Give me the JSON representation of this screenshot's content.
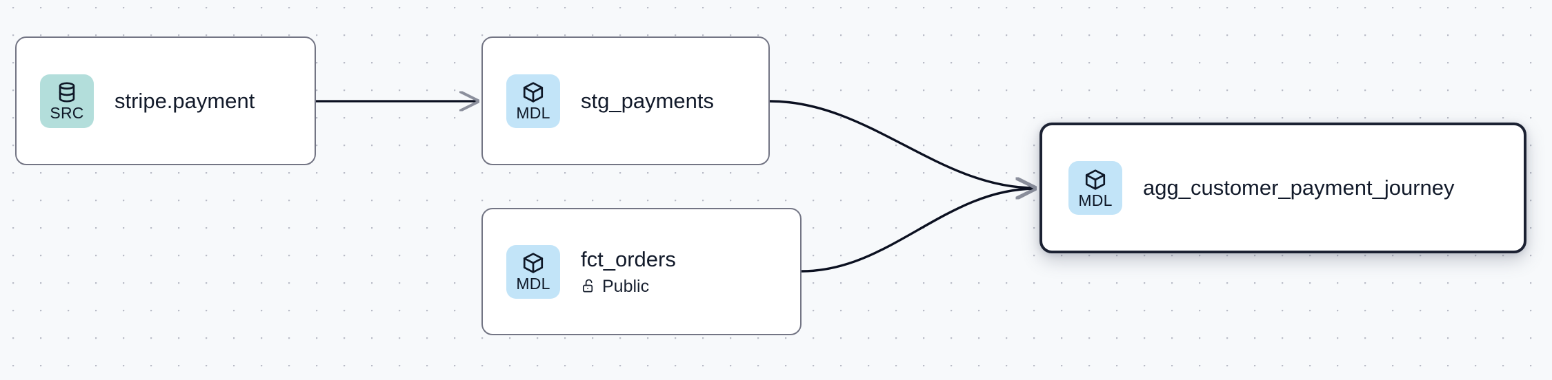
{
  "graph": {
    "title": "data lineage graph",
    "background_color": "#f7f9fb",
    "dot_color": "#b9bcc7",
    "edge_color": "#0b1020",
    "selected_border_color": "#1b2132"
  },
  "badges": {
    "src": {
      "label": "SRC",
      "color": "#b3dedb",
      "icon": "database-icon"
    },
    "mdl": {
      "label": "MDL",
      "color": "#c2e4f8",
      "icon": "cube-icon"
    }
  },
  "nodes": [
    {
      "id": "stripe-payment",
      "kind": "SRC",
      "title": "stripe.payment",
      "subtitle": "",
      "selected": false
    },
    {
      "id": "stg-payments",
      "kind": "MDL",
      "title": "stg_payments",
      "subtitle": "",
      "selected": false
    },
    {
      "id": "fct-orders",
      "kind": "MDL",
      "title": "fct_orders",
      "subtitle": "Public",
      "subtitle_icon": "unlock-icon",
      "selected": false
    },
    {
      "id": "agg-customer-payment-journey",
      "kind": "MDL",
      "title": "agg_customer_payment_journey",
      "subtitle": "",
      "selected": true
    }
  ],
  "edges": [
    {
      "from": "stripe-payment",
      "to": "stg-payments",
      "shape": "straight"
    },
    {
      "from": "stg-payments",
      "to": "agg-customer-payment-journey",
      "shape": "bezier"
    },
    {
      "from": "fct-orders",
      "to": "agg-customer-payment-journey",
      "shape": "bezier"
    }
  ]
}
